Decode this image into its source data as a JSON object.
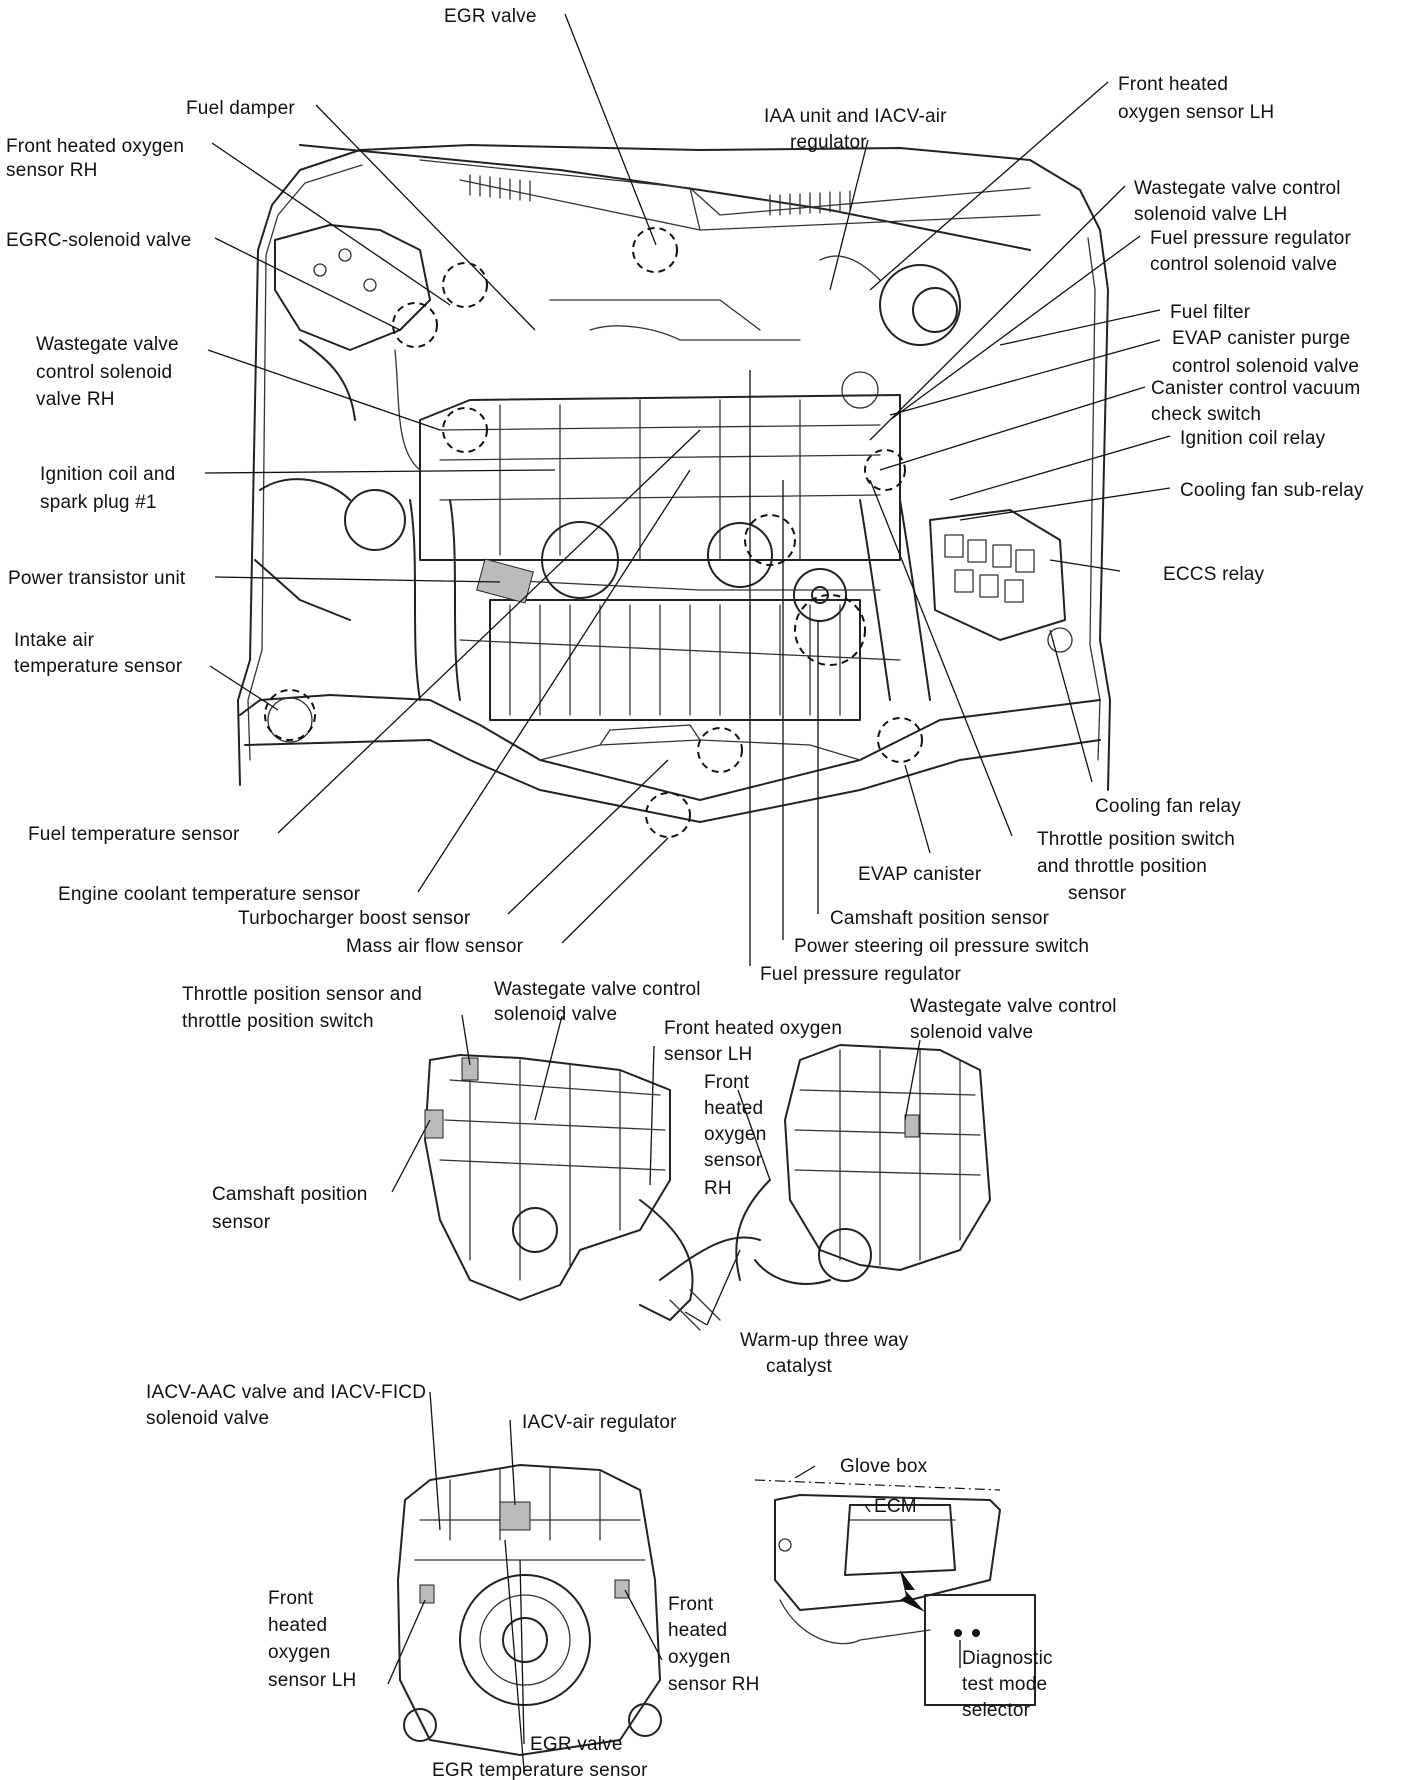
{
  "main_view": {
    "labels": {
      "egr_valve": "EGR valve",
      "fuel_damper": "Fuel damper",
      "front_ho2s_rh_1": "Front heated oxygen",
      "front_ho2s_rh_2": "sensor RH",
      "egrc_solenoid": "EGRC-solenoid valve",
      "wastegate_rh_1": "Wastegate valve",
      "wastegate_rh_2": "control solenoid",
      "wastegate_rh_3": "valve RH",
      "ign_coil_1": "Ignition coil and",
      "ign_coil_2": "spark plug #1",
      "power_transistor": "Power transistor unit",
      "iat_1": "Intake air",
      "iat_2": "temperature sensor",
      "fuel_temp": "Fuel temperature sensor",
      "ect": "Engine coolant temperature sensor",
      "boost": "Turbocharger boost sensor",
      "maf": "Mass air flow sensor",
      "fuel_pressure_reg": "Fuel pressure regulator",
      "ps_switch": "Power steering oil pressure switch",
      "cmp": "Camshaft position sensor",
      "evap_canister": "EVAP canister",
      "tps_1": "Throttle position switch",
      "tps_2": "and throttle position",
      "tps_3": "sensor",
      "cooling_fan_relay": "Cooling fan relay",
      "eccs_relay": "ECCS relay",
      "cooling_fan_sub": "Cooling fan sub-relay",
      "ign_coil_relay": "Ignition coil relay",
      "canister_vac_1": "Canister control vacuum",
      "canister_vac_2": "check switch",
      "evap_purge_1": "EVAP canister purge",
      "evap_purge_2": "control solenoid valve",
      "fuel_filter": "Fuel filter",
      "fprc_1": "Fuel pressure regulator",
      "fprc_2": "control solenoid valve",
      "wastegate_lh_1": "Wastegate valve control",
      "wastegate_lh_2": "solenoid valve LH",
      "iaa_1": "IAA unit and IACV-air",
      "iaa_2": "regulator",
      "front_ho2s_lh_1": "Front heated",
      "front_ho2s_lh_2": "oxygen sensor LH"
    }
  },
  "side_view": {
    "labels": {
      "tps_1": "Throttle position sensor and",
      "tps_2": "throttle position switch",
      "wg_1": "Wastegate valve control",
      "wg_2": "solenoid valve",
      "front_ho2s_lh_1": "Front heated oxygen",
      "front_ho2s_lh_2": "sensor LH",
      "wg_right_1": "Wastegate valve control",
      "wg_right_2": "solenoid valve",
      "front_ho2s_rh_1": "Front",
      "front_ho2s_rh_2": "heated",
      "front_ho2s_rh_3": "oxygen",
      "front_ho2s_rh_4": "sensor",
      "front_ho2s_rh_5": "RH",
      "cmp_1": "Camshaft position",
      "cmp_2": "sensor",
      "catalyst_1": "Warm-up three way",
      "catalyst_2": "catalyst"
    }
  },
  "rear_view": {
    "labels": {
      "iacv_aac_1": "IACV-AAC valve and IACV-FICD",
      "iacv_aac_2": "solenoid valve",
      "iacv_air": "IACV-air regulator",
      "front_ho2s_lh_1": "Front",
      "front_ho2s_lh_2": "heated",
      "front_ho2s_lh_3": "oxygen",
      "front_ho2s_lh_4": "sensor LH",
      "front_ho2s_rh_1": "Front",
      "front_ho2s_rh_2": "heated",
      "front_ho2s_rh_3": "oxygen",
      "front_ho2s_rh_4": "sensor RH",
      "egr_valve": "EGR valve",
      "egr_temp": "EGR temperature sensor"
    }
  },
  "cabin_view": {
    "labels": {
      "glove_box": "Glove box",
      "ecm": "ECM",
      "diag_1": "Diagnostic",
      "diag_2": "test mode",
      "diag_3": "selector"
    }
  }
}
